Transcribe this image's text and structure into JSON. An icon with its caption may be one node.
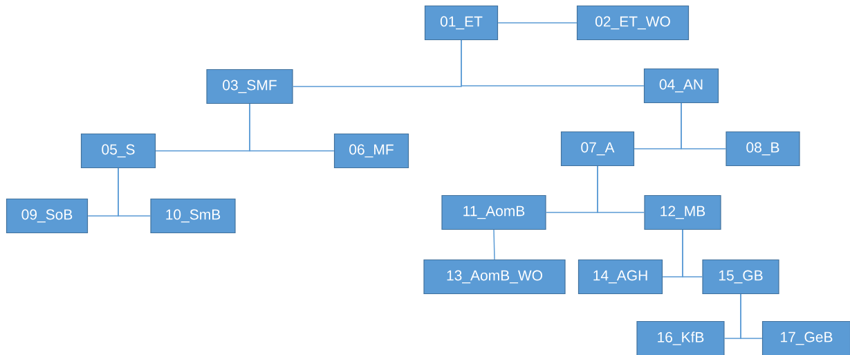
{
  "diagram": {
    "nodes": [
      {
        "text": [
          "01_ET"
        ]
      },
      {
        "text": [
          "02_ET_WO"
        ]
      },
      {
        "text": [
          "03_SMF"
        ]
      },
      {
        "text": [
          "04_AN"
        ]
      },
      {
        "text": [
          "05_S"
        ]
      },
      {
        "text": [
          "06_MF"
        ]
      },
      {
        "text": [
          "07_A"
        ]
      },
      {
        "text": [
          "08_B"
        ]
      },
      {
        "text": [
          "09_SoB"
        ]
      },
      {
        "text": [
          "10_SmB"
        ]
      },
      {
        "text": [
          "11_AomB"
        ]
      },
      {
        "text": [
          "12_MB"
        ]
      },
      {
        "text": [
          "13_AomB_WO"
        ]
      },
      {
        "text": [
          "14_AGH"
        ]
      },
      {
        "text": [
          "15_GB"
        ]
      },
      {
        "text": [
          "16_KfB"
        ]
      },
      {
        "text": [
          "17_GeB"
        ]
      }
    ],
    "edges": [
      {
        "from": 0,
        "to": 1,
        "arrow": "none"
      },
      {
        "from": 0,
        "to": 2,
        "arrow": "none"
      },
      {
        "from": 0,
        "to": 3,
        "arrow": "none"
      },
      {
        "from": 2,
        "to": 4,
        "arrow": "none"
      },
      {
        "from": 2,
        "to": 5,
        "arrow": "none"
      },
      {
        "from": 3,
        "to": 6,
        "arrow": "none"
      },
      {
        "from": 3,
        "to": 7,
        "arrow": "none"
      },
      {
        "from": 4,
        "to": 8,
        "arrow": "none"
      },
      {
        "from": 4,
        "to": 9,
        "arrow": "none"
      },
      {
        "from": 6,
        "to": 10,
        "arrow": "none"
      },
      {
        "from": 6,
        "to": 11,
        "arrow": "none"
      },
      {
        "from": 10,
        "to": 12,
        "arrow": "none"
      },
      {
        "from": 11,
        "to": 13,
        "arrow": "none"
      },
      {
        "from": 11,
        "to": 14,
        "arrow": "none"
      },
      {
        "from": 14,
        "to": 15,
        "arrow": "none"
      },
      {
        "from": 14,
        "to": 16,
        "arrow": "none"
      }
    ]
  }
}
